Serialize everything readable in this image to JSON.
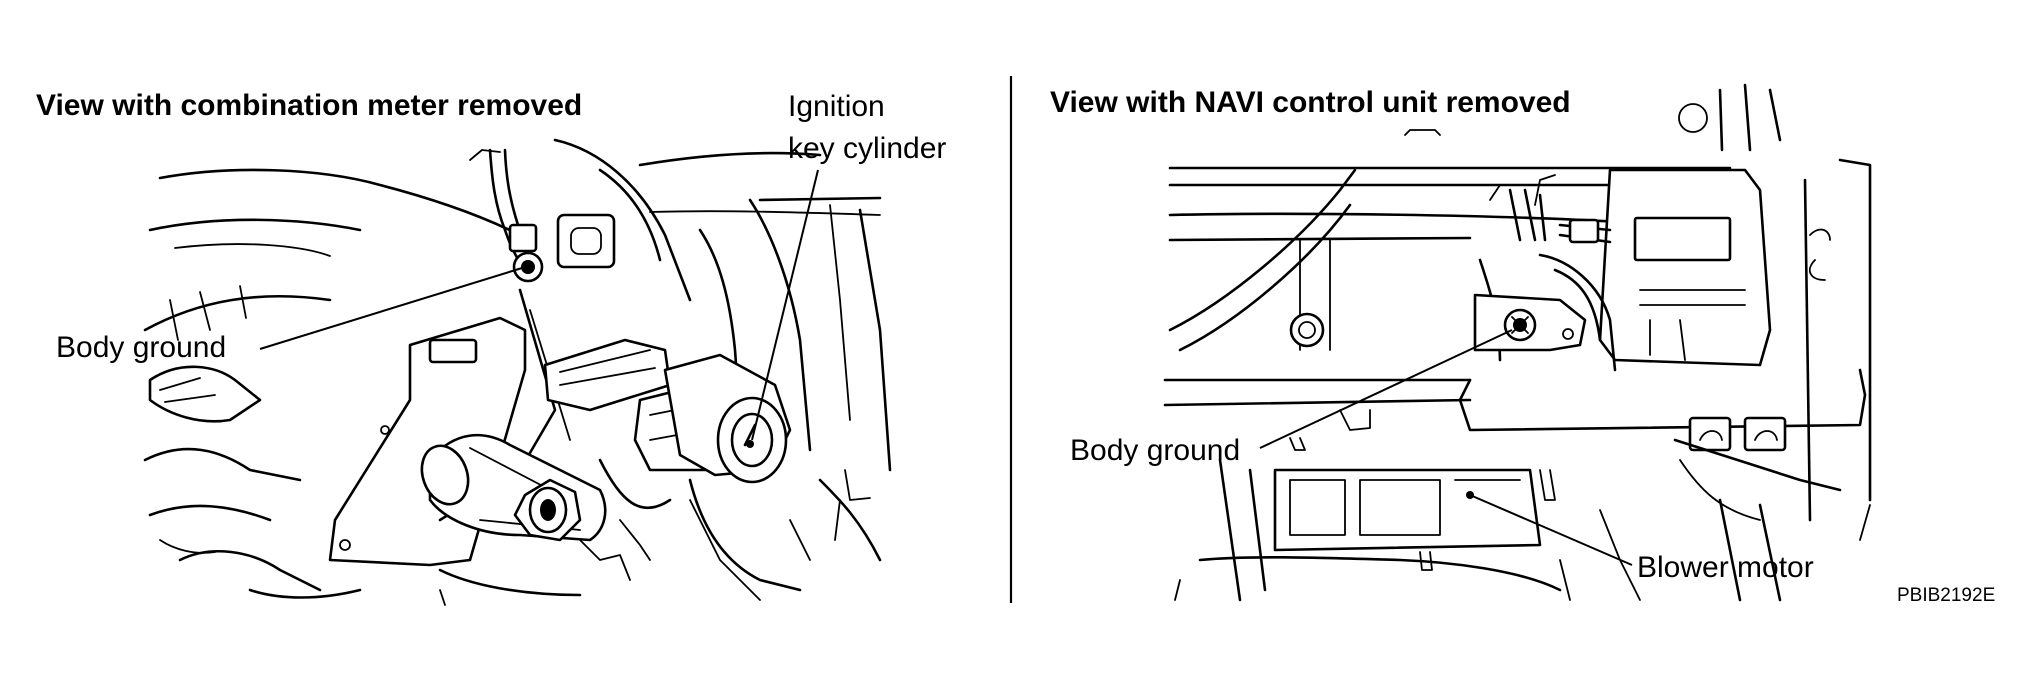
{
  "left_panel": {
    "title": "View with combination meter removed",
    "callouts": {
      "ignition_line1": "Ignition",
      "ignition_line2": "key cylinder",
      "body_ground": "Body ground"
    }
  },
  "right_panel": {
    "title": "View with NAVI control unit removed",
    "callouts": {
      "body_ground": "Body ground",
      "blower_motor": "Blower motor"
    }
  },
  "figure_code": "PBIB2192E"
}
